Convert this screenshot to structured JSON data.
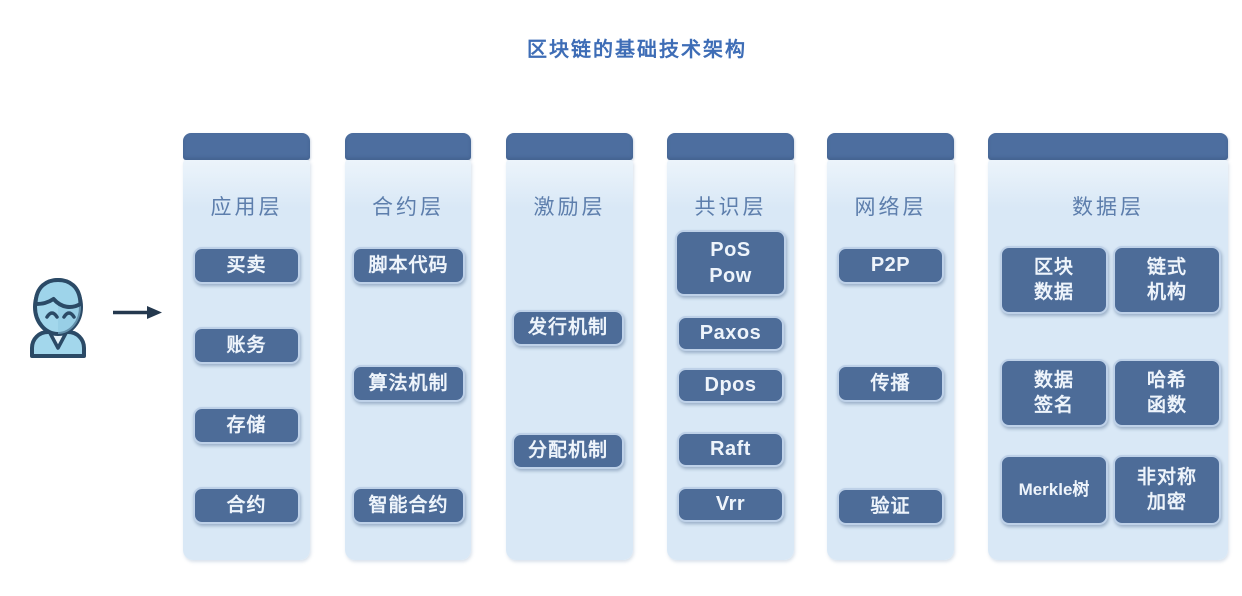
{
  "title": "区块链的基础技术架构",
  "icons": {
    "actor": "person-icon",
    "flow": "arrow-right-icon"
  },
  "colors": {
    "header_bar": "#4d6e9f",
    "column_body": "#d9e8f6",
    "item_fill": "#4d6c98",
    "item_border": "#bed1e8",
    "item_text": "#eef4fb",
    "layer_title_text": "#5d7eac",
    "diagram_title_text": "#3e6db6",
    "actor_fill": "#a3d7ec",
    "actor_stroke": "#2b4a66",
    "arrow": "#24384e"
  },
  "layers": [
    {
      "title": "应用层",
      "items": [
        "买卖",
        "账务",
        "存储",
        "合约"
      ]
    },
    {
      "title": "合约层",
      "items": [
        "脚本代码",
        "算法机制",
        "智能合约"
      ]
    },
    {
      "title": "激励层",
      "items": [
        "发行机制",
        "分配机制"
      ]
    },
    {
      "title": "共识层",
      "items": [
        "PoS\nPow",
        "Paxos",
        "Dpos",
        "Raft",
        "Vrr"
      ]
    },
    {
      "title": "网络层",
      "items": [
        "P2P",
        "传播",
        "验证"
      ]
    },
    {
      "title": "数据层",
      "items": [
        "区块\n数据",
        "链式\n机构",
        "数据\n签名",
        "哈希\n函数",
        "Merkle树",
        "非对称\n加密"
      ]
    }
  ]
}
